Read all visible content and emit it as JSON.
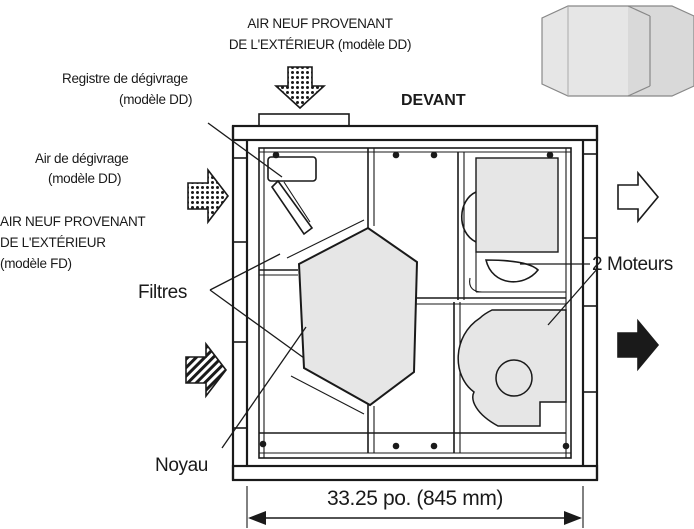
{
  "labels": {
    "air_neuf_dd_line1": "AIR NEUF PROVENANT",
    "air_neuf_dd_line2": "DE L'EXTÉRIEUR (modèle DD)",
    "registre_line1": "Registre de dégivrage",
    "registre_line2": "(modèle DD)",
    "devant": "DEVANT",
    "air_degivrage_line1": "Air de dégivrage",
    "air_degivrage_line2": "(modèle DD)",
    "air_neuf_fd_line1": "AIR NEUF PROVENANT",
    "air_neuf_fd_line2": "DE L'EXTÉRIEUR",
    "air_neuf_fd_line3": "(modèle FD)",
    "moteurs": "2 Moteurs",
    "filtres": "Filtres",
    "noyau": "Noyau",
    "dimension": "33.25 po. (845 mm)"
  },
  "icons": {
    "intake_top": "dotted-down-arrow-icon",
    "defrost_intake": "dotted-right-arrow-icon",
    "fresh_air_fd": "hatched-right-arrow-icon",
    "outlet_upper": "hollow-right-arrow-icon",
    "outlet_lower": "solid-right-arrow-icon",
    "core_3d": "hexagonal-core-icon"
  }
}
